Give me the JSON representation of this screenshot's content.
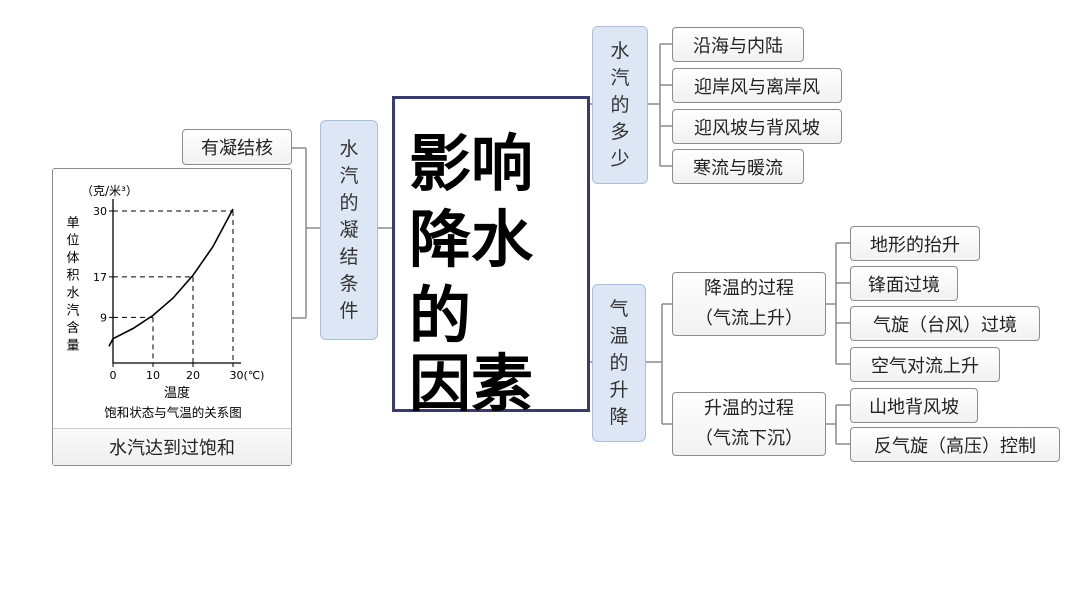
{
  "center_title": [
    "影响",
    "降水",
    "的",
    "因素"
  ],
  "condensation": {
    "label": [
      "水",
      "汽",
      "的",
      "凝",
      "结",
      "条",
      "件"
    ],
    "nuclei": "有凝结核",
    "saturation": "水汽达到过饱和"
  },
  "vapor": {
    "label": [
      "水",
      "汽",
      "的",
      "多",
      "少"
    ],
    "items": [
      "沿海与内陆",
      "迎岸风与离岸风",
      "迎风坡与背风坡",
      "寒流与暖流"
    ]
  },
  "temperature": {
    "label": [
      "气",
      "温",
      "的",
      "升",
      "降"
    ],
    "cooling": {
      "line1": "降温的过程",
      "line2": "（气流上升）",
      "items": [
        "地形的抬升",
        "锋面过境",
        "气旋（台风）过境",
        "空气对流上升"
      ]
    },
    "warming": {
      "line1": "升温的过程",
      "line2": "（气流下沉）",
      "items": [
        "山地背风坡",
        "反气旋（高压）控制"
      ]
    }
  },
  "chart_data": {
    "type": "line",
    "title": "饱和状态与气温的关系图",
    "xlabel": "温度",
    "ylabel": "单位体积水汽含量",
    "yunit": "（克/米³）",
    "xunit": "(℃)",
    "xlim": [
      0,
      30
    ],
    "ylim": [
      0,
      30
    ],
    "xticks": [
      0,
      10,
      20,
      30
    ],
    "yticks": [
      9,
      17,
      30
    ],
    "ytick_labels": [
      "9",
      "17",
      "30"
    ],
    "series": [
      {
        "x": [
          -5,
          0,
          5,
          10,
          15,
          20,
          25,
          30
        ],
        "y": [
          3.3,
          4.8,
          6.8,
          9.4,
          12.8,
          17.3,
          23.0,
          30.4
        ]
      }
    ],
    "reference_points": [
      {
        "x": 10,
        "y": 9
      },
      {
        "x": 20,
        "y": 17
      },
      {
        "x": 30,
        "y": 30
      }
    ]
  },
  "colors": {
    "label_box": "#dce6f4",
    "center_border": "#3a3a72",
    "connector": "#8a8a8a"
  }
}
